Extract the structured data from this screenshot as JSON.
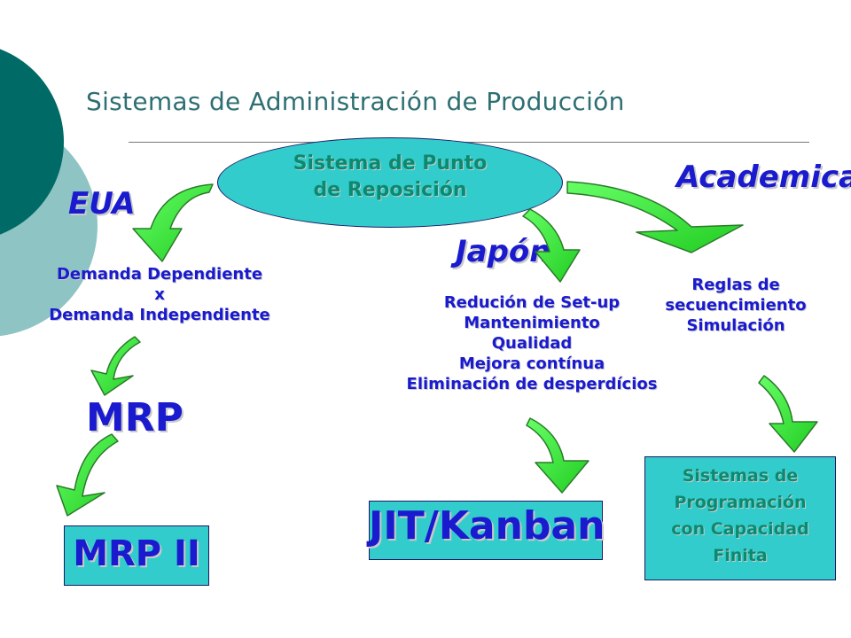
{
  "slide": {
    "title": "Sistemas de Administración de Producción",
    "center": {
      "line1": "Sistema de Punto",
      "line2": "de Reposición"
    },
    "regions": {
      "left": "EUA",
      "middle": "Japón",
      "right": "Academica"
    },
    "left_items": [
      "Demanda Dependiente",
      "x",
      "Demanda Independiente"
    ],
    "middle_items": [
      "Redución de Set-up",
      "Mantenimiento",
      "Qualidad",
      "Mejora contínua",
      "Eliminación de desperdícios"
    ],
    "right_items": [
      "Reglas de",
      "secuencimiento",
      "Simulación"
    ],
    "mrp": "MRP",
    "mrp2": "MRP II",
    "jit": "JIT/Kanban",
    "finite": [
      "Sistemas de",
      "Programación",
      "con Capacidad",
      "Finita"
    ]
  },
  "colors": {
    "teal_dark": "#006b66",
    "teal_light": "#8ec4c4",
    "ellipse": "#33cccc",
    "text_blue": "#1a1acf",
    "arrow_green": "#33ee33"
  }
}
